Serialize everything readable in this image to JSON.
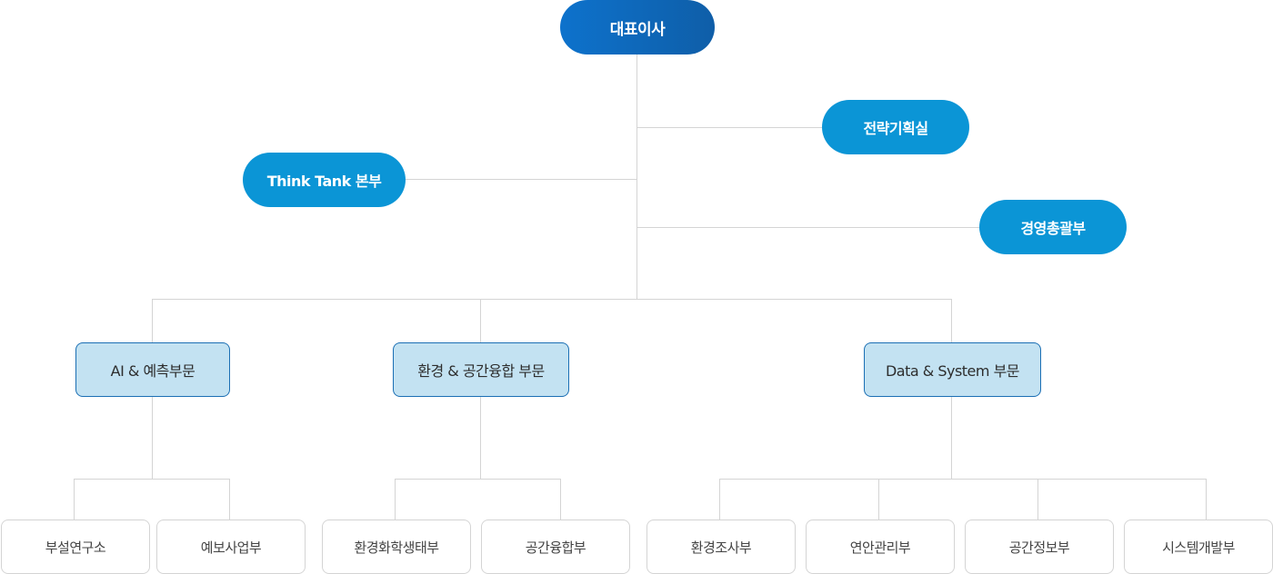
{
  "ceo": {
    "label": "대표이사"
  },
  "staff": {
    "strategy": {
      "label": "전략기획실"
    },
    "think_tank": {
      "label": "Think Tank 본부"
    },
    "management": {
      "label": "경영총괄부"
    }
  },
  "divisions": [
    {
      "label": "AI & 예측부문",
      "departments": [
        {
          "label": "부설연구소"
        },
        {
          "label": "예보사업부"
        }
      ]
    },
    {
      "label": "환경 & 공간융합 부문",
      "departments": [
        {
          "label": "환경화학생태부"
        },
        {
          "label": "공간융합부"
        }
      ]
    },
    {
      "label": "Data & System 부문",
      "departments": [
        {
          "label": "환경조사부"
        },
        {
          "label": "연안관리부"
        },
        {
          "label": "공간정보부"
        },
        {
          "label": "시스템개발부"
        }
      ]
    }
  ],
  "colors": {
    "ceo_gradient_start": "#0d72cc",
    "ceo_gradient_end": "#0f5ea8",
    "staff_fill": "#0b95d6",
    "division_fill": "#c3e2f2",
    "division_border": "#1b6fb4",
    "connector": "#d4d4d4"
  }
}
